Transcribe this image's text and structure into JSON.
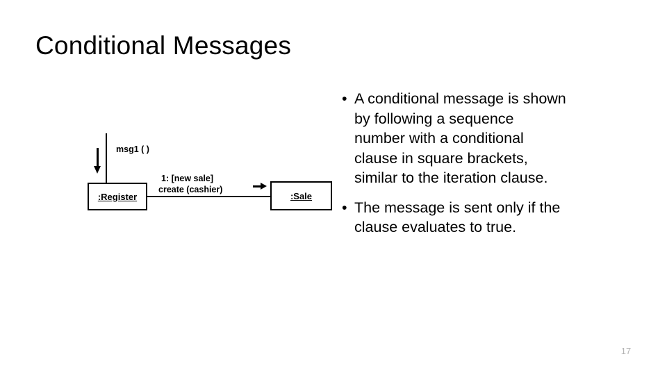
{
  "slide": {
    "title": "Conditional Messages",
    "page_number": "17",
    "background_color": "#ffffff",
    "text_color": "#000000",
    "page_number_color": "#b3b3b3"
  },
  "diagram": {
    "type": "uml-collaboration-diagram",
    "self_message_label": "msg1 ( )",
    "objects": [
      {
        "name": ":Register"
      },
      {
        "name": ":Sale"
      }
    ],
    "link_message": {
      "line1": "1:  [new sale]",
      "line2": "create (cashier)"
    }
  },
  "bullets": [
    {
      "marker": "•",
      "text": "A conditional message is shown by following a sequence number with a conditional clause in square brackets, similar to the iteration clause."
    },
    {
      "marker": "•",
      "text": "The message is sent only if the clause evaluates to true."
    }
  ]
}
